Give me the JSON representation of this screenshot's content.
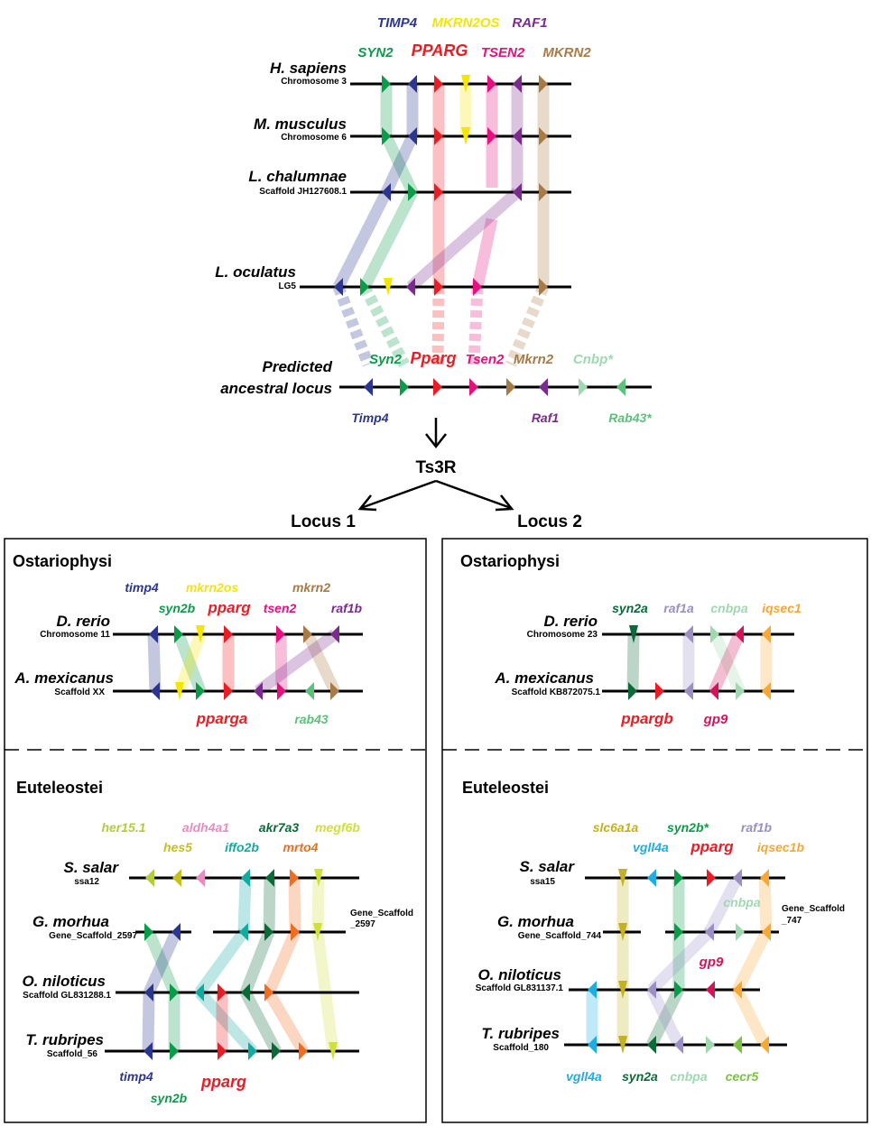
{
  "colors": {
    "timp4": "#2c3590",
    "mkrn2os": "#f4e600",
    "raf1": "#7b2a8e",
    "syn2": "#0b9c4a",
    "pparg": "#ed1c24",
    "tsen2": "#e4117f",
    "mkrn2": "#a87a45",
    "cnbp": "#9fd9b0",
    "rab43": "#5cc17a",
    "syn2a": "#0b6b38",
    "raf1a": "#9b8fc4",
    "iqsec1": "#f7a833",
    "gp9": "#d4145a",
    "her15": "#b5cc3b",
    "hes5": "#c7c01e",
    "aldh4a1": "#e88dc0",
    "akr7a3": "#0b6b38",
    "megf6b": "#cfe03a",
    "iffo2b": "#13aaa0",
    "mrto4": "#f26c1f",
    "slc6a1a": "#c2b21f",
    "vgll4a": "#1caee3",
    "cecr5": "#7cc242",
    "misc_green": "#7cc242"
  },
  "top": {
    "header_genes": [
      {
        "label": "TIMP4",
        "color": "#2c3590"
      },
      {
        "label": "MKRN2OS",
        "color": "#f4e600"
      },
      {
        "label": "RAF1",
        "color": "#7b2a8e"
      },
      {
        "label": "SYN2",
        "color": "#0b9c4a"
      },
      {
        "label": "PPARG",
        "color": "#ed1c24"
      },
      {
        "label": "TSEN2",
        "color": "#e4117f"
      },
      {
        "label": "MKRN2",
        "color": "#a87a45"
      }
    ],
    "species": [
      {
        "name": "H. sapiens",
        "chr": "Chromosome 3"
      },
      {
        "name": "M. musculus",
        "chr": "Chromosome 6"
      },
      {
        "name": "L. chalumnae",
        "chr": "Scaffold JH127608.1"
      },
      {
        "name": "L. oculatus",
        "chr": "LG5"
      }
    ],
    "ancestral": {
      "title1": "Predicted",
      "title2": "ancestral locus",
      "genes_above": [
        {
          "label": "Syn2",
          "color": "#0b9c4a"
        },
        {
          "label": "Pparg",
          "color": "#ed1c24"
        },
        {
          "label": "Tsen2",
          "color": "#e4117f"
        },
        {
          "label": "Mkrn2",
          "color": "#a87a45"
        },
        {
          "label": "Cnbp*",
          "color": "#9fd9b0"
        }
      ],
      "genes_below": [
        {
          "label": "Timp4",
          "color": "#2c3590"
        },
        {
          "label": "Raf1",
          "color": "#7b2a8e"
        },
        {
          "label": "Rab43*",
          "color": "#5cc17a"
        }
      ]
    },
    "event": "Ts3R",
    "locus1": "Locus 1",
    "locus2": "Locus 2"
  },
  "panel1": {
    "group_a": "Ostariophysi",
    "group_b": "Euteleostei",
    "ost_header": [
      {
        "label": "timp4",
        "color": "#2c3590"
      },
      {
        "label": "mkrn2os",
        "color": "#f4e600"
      },
      {
        "label": "mkrn2",
        "color": "#a87a45"
      },
      {
        "label": "syn2b",
        "color": "#0b9c4a"
      },
      {
        "label": "pparg",
        "color": "#ed1c24"
      },
      {
        "label": "tsen2",
        "color": "#e4117f"
      },
      {
        "label": "raf1b",
        "color": "#7b2a8e"
      }
    ],
    "ost_species": [
      {
        "name": "D. rerio",
        "chr": "Chromosome 11"
      },
      {
        "name": "A. mexicanus",
        "chr": "Scaffold XX"
      }
    ],
    "ost_below": [
      {
        "label": "pparga",
        "color": "#ed1c24"
      },
      {
        "label": "rab43",
        "color": "#5cc17a"
      }
    ],
    "eut_header": [
      {
        "label": "her15.1",
        "color": "#b5cc3b"
      },
      {
        "label": "aldh4a1",
        "color": "#e88dc0"
      },
      {
        "label": "akr7a3",
        "color": "#0b6b38"
      },
      {
        "label": "megf6b",
        "color": "#cfe03a"
      },
      {
        "label": "hes5",
        "color": "#c7c01e"
      },
      {
        "label": "iffo2b",
        "color": "#13aaa0"
      },
      {
        "label": "mrto4",
        "color": "#f26c1f"
      }
    ],
    "eut_species": [
      {
        "name": "S. salar",
        "chr": "ssa12"
      },
      {
        "name": "G. morhua",
        "chr": "Gene_Scaffold_2597"
      },
      {
        "name": "O. niloticus",
        "chr": "Scaffold GL831288.1"
      },
      {
        "name": "T. rubripes",
        "chr": "Scaffold_56"
      }
    ],
    "eut_side_label_1": "Gene_Scaffold",
    "eut_side_label_2": "_2597",
    "eut_below": [
      {
        "label": "timp4",
        "color": "#2c3590"
      },
      {
        "label": "pparg",
        "color": "#ed1c24"
      },
      {
        "label": "syn2b",
        "color": "#0b9c4a"
      }
    ]
  },
  "panel2": {
    "group_a": "Ostariophysi",
    "group_b": "Euteleostei",
    "ost_header": [
      {
        "label": "syn2a",
        "color": "#0b6b38"
      },
      {
        "label": "raf1a",
        "color": "#9b8fc4"
      },
      {
        "label": "cnbpa",
        "color": "#9fd9b0"
      },
      {
        "label": "iqsec1",
        "color": "#f7a833"
      }
    ],
    "ost_species": [
      {
        "name": "D. rerio",
        "chr": "Chromosome 23"
      },
      {
        "name": "A. mexicanus",
        "chr": "Scaffold KB872075.1"
      }
    ],
    "ost_below": [
      {
        "label": "ppargb",
        "color": "#ed1c24"
      },
      {
        "label": "gp9",
        "color": "#d4145a"
      }
    ],
    "eut_header": [
      {
        "label": "slc6a1a",
        "color": "#c2b21f"
      },
      {
        "label": "syn2b*",
        "color": "#0b9c4a"
      },
      {
        "label": "raf1b",
        "color": "#9b8fc4"
      },
      {
        "label": "vgll4a",
        "color": "#1caee3"
      },
      {
        "label": "pparg",
        "color": "#ed1c24"
      },
      {
        "label": "iqsec1b",
        "color": "#f7a833"
      }
    ],
    "eut_species": [
      {
        "name": "S. salar",
        "chr": "ssa15"
      },
      {
        "name": "G. morhua",
        "chr": "Gene_Scaffold_744"
      },
      {
        "name": "O. niloticus",
        "chr": "Scaffold GL831137.1"
      },
      {
        "name": "T. rubripes",
        "chr": "Scaffold_180"
      }
    ],
    "eut_mid": [
      {
        "label": "cnbpa",
        "color": "#9fd9b0"
      },
      {
        "label": "gp9",
        "color": "#d4145a"
      }
    ],
    "eut_side_label_1": "Gene_Scaffold",
    "eut_side_label_2": "_747",
    "eut_below": [
      {
        "label": "vgll4a",
        "color": "#1caee3"
      },
      {
        "label": "syn2a",
        "color": "#0b6b38"
      },
      {
        "label": "cnbpa",
        "color": "#9fd9b0"
      },
      {
        "label": "cecr5",
        "color": "#7cc242"
      }
    ]
  }
}
